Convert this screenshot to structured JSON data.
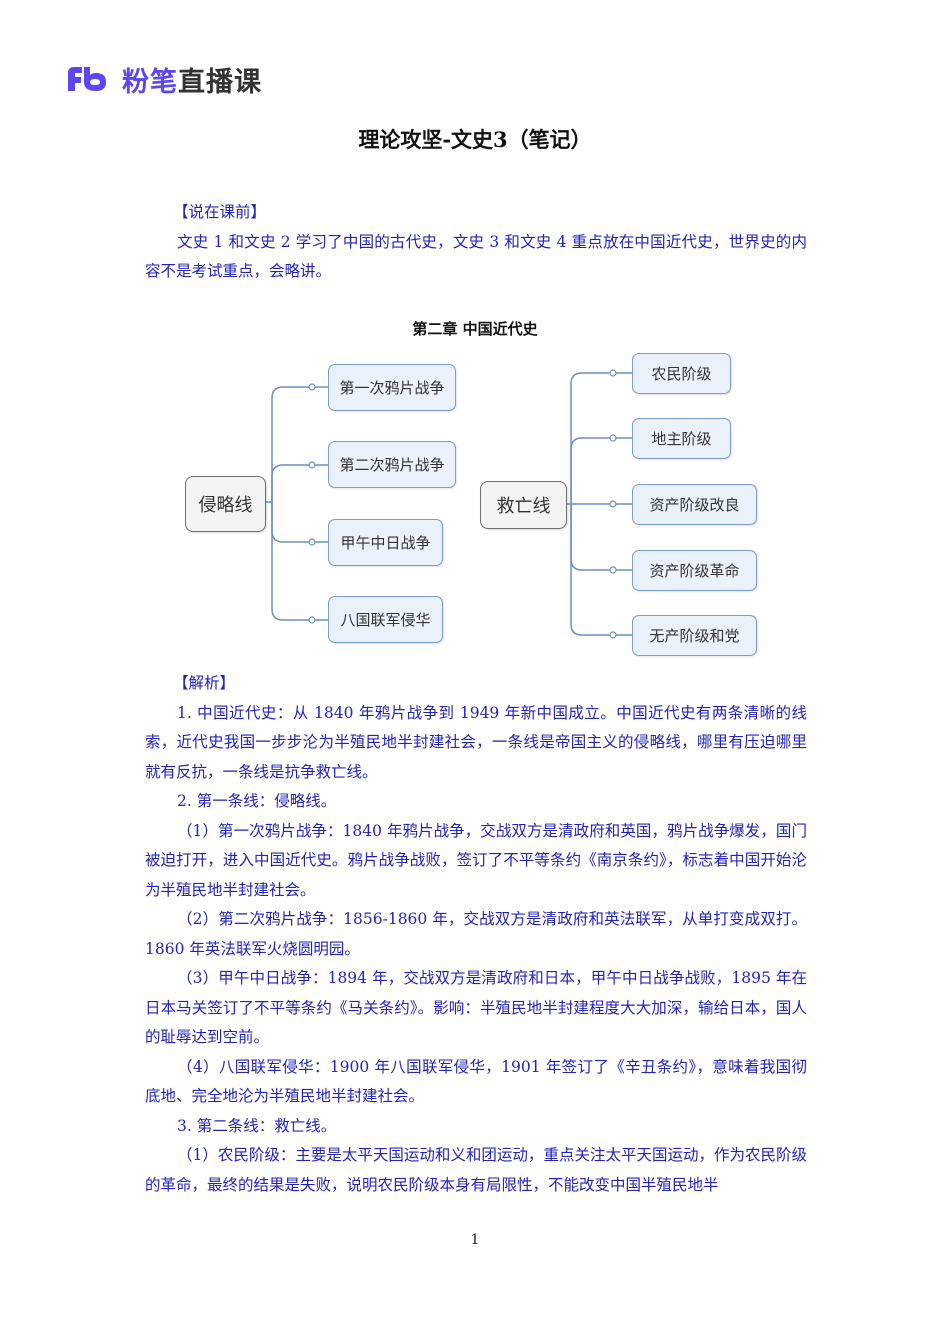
{
  "header": {
    "logo_mark": "Fb",
    "brand": "粉笔",
    "product": "直播课",
    "brand_color": "#5b46f0"
  },
  "document": {
    "title": "理论攻坚-文史3（笔记）",
    "intro": {
      "heading": "【说在课前】",
      "body": "文史 1 和文史 2 学习了中国的古代史，文史 3 和文史 4 重点放在中国近代史，世界史的内容不是考试重点，会略讲。"
    },
    "chapter_title": "第二章  中国近代史",
    "mindmap": {
      "left": {
        "root": "侵略线",
        "children": [
          "第一次鸦片战争",
          "第二次鸦片战争",
          "甲午中日战争",
          "八国联军侵华"
        ]
      },
      "right": {
        "root": "救亡线",
        "children": [
          "农民阶级",
          "地主阶级",
          "资产阶级改良",
          "资产阶级革命",
          "无产阶级和党"
        ]
      },
      "line_color": "#6b8fc0"
    },
    "analysis": {
      "heading": "【解析】",
      "paragraphs": [
        "1. 中国近代史：从 1840 年鸦片战争到 1949 年新中国成立。中国近代史有两条清晰的线索，近代史我国一步步沦为半殖民地半封建社会，一条线是帝国主义的侵略线，哪里有压迫哪里就有反抗，一条线是抗争救亡线。",
        "2. 第一条线：侵略线。",
        "（1）第一次鸦片战争：1840 年鸦片战争，交战双方是清政府和英国，鸦片战争爆发，国门被迫打开，进入中国近代史。鸦片战争战败，签订了不平等条约《南京条约》，标志着中国开始沦为半殖民地半封建社会。",
        "（2）第二次鸦片战争：1856-1860 年，交战双方是清政府和英法联军，从单打变成双打。1860 年英法联军火烧圆明园。",
        "（3）甲午中日战争：1894 年，交战双方是清政府和日本，甲午中日战争战败，1895 年在日本马关签订了不平等条约《马关条约》。影响：半殖民地半封建程度大大加深，输给日本，国人的耻辱达到空前。",
        "（4）八国联军侵华：1900 年八国联军侵华，1901 年签订了《辛丑条约》，意味着我国彻底地、完全地沦为半殖民地半封建社会。",
        "3. 第二条线：救亡线。",
        "（1）农民阶级：主要是太平天国运动和义和团运动，重点关注太平天国运动，作为农民阶级的革命，最终的结果是失败，说明农民阶级本身有局限性，不能改变中国半殖民地半"
      ]
    },
    "page_number": "1",
    "text_color": "#2323b8"
  }
}
